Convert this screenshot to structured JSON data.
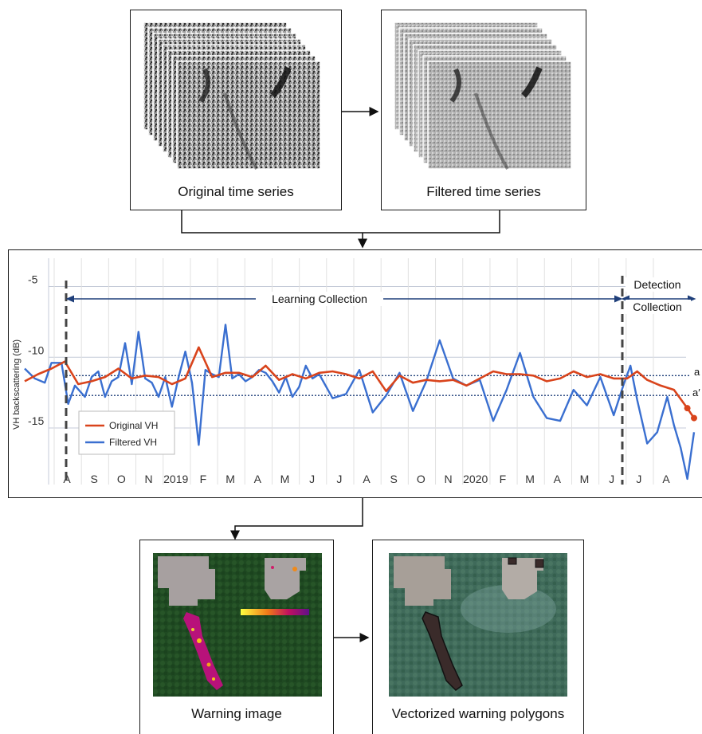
{
  "panels": {
    "original_caption": "Original time series",
    "filtered_caption": "Filtered time series",
    "warning_caption": "Warning image",
    "vector_caption": "Vectorized warning polygons"
  },
  "chart_data": {
    "type": "line",
    "title": "",
    "xlabel": "",
    "ylabel": "VH backscattering (dB)",
    "ylim": [
      -19,
      -3
    ],
    "yticks": [
      -5,
      -10,
      -15
    ],
    "x_tick_labels": [
      "A",
      "S",
      "O",
      "N",
      "2019",
      "F",
      "M",
      "A",
      "M",
      "J",
      "J",
      "A",
      "S",
      "O",
      "N",
      "2020",
      "F",
      "M",
      "A",
      "M",
      "J",
      "J",
      "A"
    ],
    "annotations": {
      "learning": "Learning Collection",
      "detection_line1": "Detection",
      "detection_line2": "Collection",
      "threshold_a": "a",
      "threshold_a_prime": "a′"
    },
    "thresholds": [
      {
        "label": "a",
        "value": -11.3
      },
      {
        "label": "a′",
        "value": -12.7
      }
    ],
    "legend": [
      "Original VH",
      "Filtered VH"
    ],
    "legend_position": "bottom-left",
    "colors": {
      "original": "#d9441c",
      "filtered": "#3a6fd0",
      "axis_text": "#333333",
      "grid": "#d8d8d8"
    },
    "x_range": [
      0,
      100
    ],
    "series": [
      {
        "name": "Original VH",
        "x": [
          0,
          2,
          4,
          6,
          8,
          10,
          12,
          14,
          16,
          18,
          20,
          22,
          24,
          26,
          28,
          30,
          32,
          34,
          36,
          38,
          40,
          42,
          44,
          46,
          48,
          50,
          52,
          54,
          56,
          58,
          60,
          62,
          64,
          66,
          68,
          70,
          72,
          74,
          76,
          78,
          80,
          82,
          84,
          86,
          88,
          90,
          91.5,
          93,
          95,
          97,
          99,
          100
        ],
        "y": [
          -11.7,
          -11.2,
          -10.8,
          -10.3,
          -11.9,
          -11.7,
          -11.4,
          -10.8,
          -11.5,
          -11.3,
          -11.4,
          -11.9,
          -11.5,
          -9.3,
          -11.4,
          -11.1,
          -11.1,
          -11.4,
          -10.6,
          -11.6,
          -11.2,
          -11.5,
          -11.1,
          -11.0,
          -11.2,
          -11.5,
          -11.0,
          -12.4,
          -11.3,
          -11.8,
          -11.6,
          -11.7,
          -11.6,
          -12.0,
          -11.5,
          -11.0,
          -11.2,
          -11.2,
          -11.3,
          -11.7,
          -11.5,
          -11.0,
          -11.4,
          -11.2,
          -11.5,
          -11.5,
          -11.0,
          -11.6,
          -12.0,
          -12.3,
          -13.6,
          -14.3
        ]
      },
      {
        "name": "Filtered VH",
        "x": [
          0,
          1.5,
          3,
          4,
          5.5,
          6.5,
          7.5,
          9,
          10,
          11,
          12,
          13,
          14,
          15,
          16,
          17,
          18,
          19,
          20,
          21,
          22,
          23,
          24,
          25,
          26,
          27,
          28,
          29,
          30,
          31,
          32,
          33,
          34,
          35,
          36,
          37,
          38,
          39,
          40,
          41,
          42,
          43,
          44,
          46,
          48,
          50,
          52,
          54,
          56,
          58,
          60,
          62,
          64,
          66,
          68,
          70,
          72,
          74,
          76,
          78,
          80,
          82,
          84,
          86,
          88,
          89.5,
          90.5,
          91.5,
          93,
          94.5,
          96,
          97,
          98,
          99,
          100
        ],
        "y": [
          -10.8,
          -11.5,
          -11.8,
          -10.4,
          -10.4,
          -13.3,
          -12.0,
          -12.8,
          -11.4,
          -11.0,
          -12.8,
          -11.7,
          -11.4,
          -9.0,
          -11.9,
          -8.2,
          -11.5,
          -11.8,
          -12.8,
          -11.4,
          -13.5,
          -11.4,
          -9.6,
          -11.8,
          -16.2,
          -10.9,
          -11.2,
          -11.4,
          -7.7,
          -11.5,
          -11.2,
          -11.7,
          -11.4,
          -10.9,
          -11.1,
          -11.7,
          -12.5,
          -11.4,
          -12.8,
          -12.1,
          -10.6,
          -11.5,
          -11.2,
          -12.9,
          -12.6,
          -10.9,
          -13.9,
          -12.7,
          -11.1,
          -13.8,
          -11.7,
          -8.8,
          -11.5,
          -12.0,
          -11.6,
          -14.5,
          -12.3,
          -9.7,
          -12.8,
          -14.3,
          -14.5,
          -12.3,
          -13.4,
          -11.4,
          -14.1,
          -11.9,
          -10.6,
          -13.0,
          -16.1,
          -15.3,
          -12.8,
          -14.8,
          -16.4,
          -18.6,
          -15.3
        ]
      }
    ]
  }
}
